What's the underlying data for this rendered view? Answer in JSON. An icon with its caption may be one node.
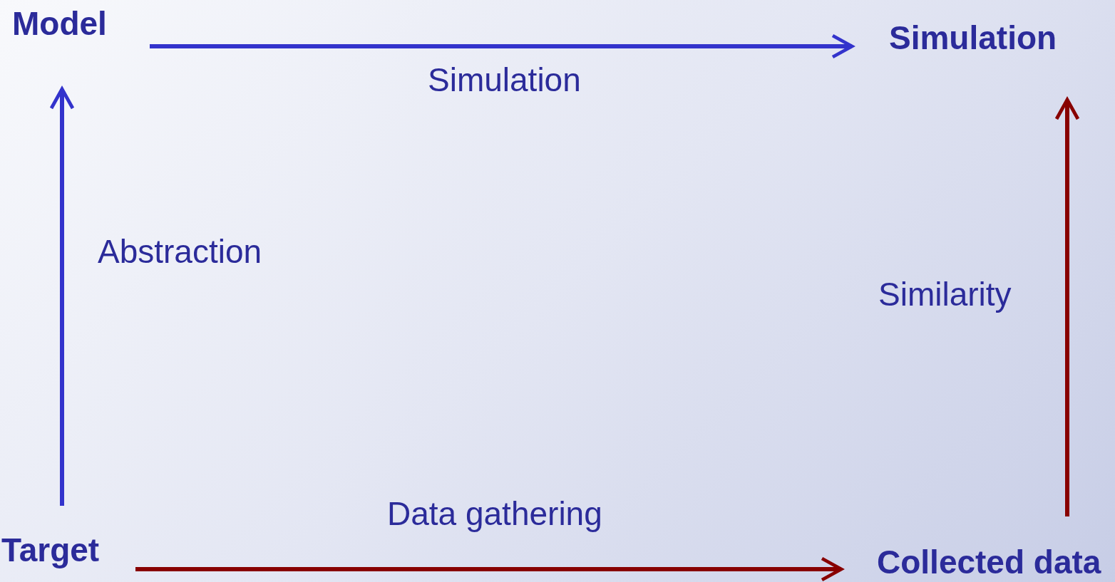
{
  "diagram": {
    "nodes": [
      {
        "text": [
          "Model"
        ]
      },
      {
        "text": [
          "Simulation"
        ]
      },
      {
        "text": [
          "Target"
        ]
      },
      {
        "text": [
          "Collected data"
        ]
      }
    ],
    "edges": [
      {
        "from": 0,
        "to": 1,
        "arrow": "to",
        "label": "Simulation"
      },
      {
        "from": 2,
        "to": 0,
        "arrow": "to",
        "label": "Abstraction"
      },
      {
        "from": 2,
        "to": 3,
        "arrow": "to",
        "label": "Data gathering",
        "color": "#880000"
      },
      {
        "from": 3,
        "to": 1,
        "arrow": "to",
        "label": "Similarity",
        "color": "#880000"
      }
    ]
  }
}
